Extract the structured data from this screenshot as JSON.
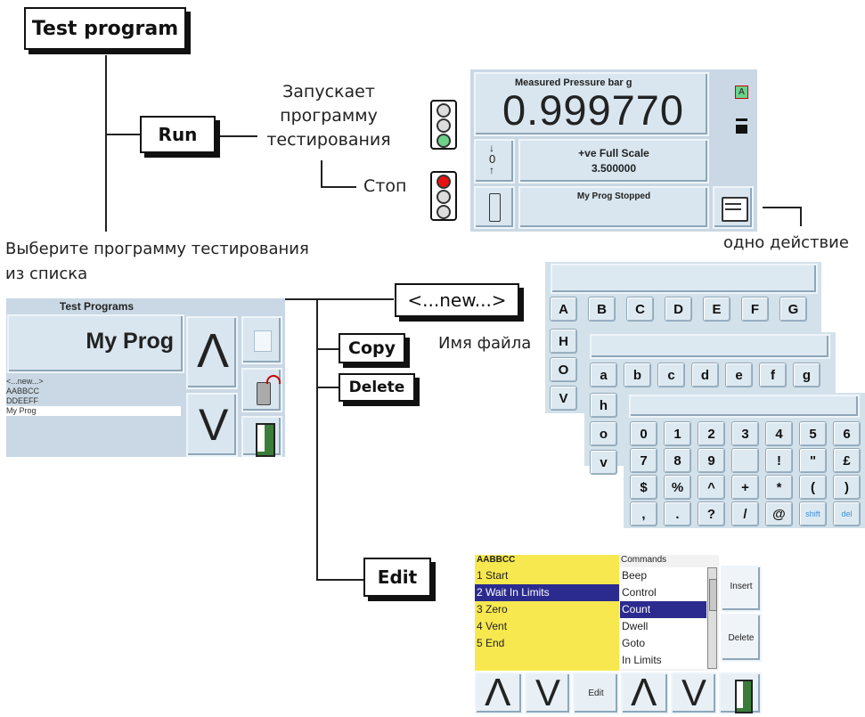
{
  "labels": {
    "test_program": "Test program",
    "run": "Run",
    "run_desc": [
      "Запускает",
      "программу",
      "тестирования"
    ],
    "stop": "Стоп",
    "one_action": "одно действие",
    "choose_program": [
      "Выберите программу тестирования",
      "из списка"
    ],
    "new": "<...new...>",
    "copy": "Copy",
    "delete": "Delete",
    "filename": "Имя файла",
    "edit": "Edit"
  },
  "pressure_screen": {
    "title": "Measured Pressure  bar g",
    "value": "0.999770",
    "badge": "A",
    "zero_label": "0",
    "full_scale_label": "+ve Full Scale",
    "full_scale_value": "3.500000",
    "status": "My Prog Stopped"
  },
  "programs_screen": {
    "title": "Test Programs",
    "selected": "My Prog",
    "list": [
      "<...new...>",
      "AABBCC",
      "DDEEFF",
      "My Prog"
    ],
    "selected_index": 3
  },
  "keyboard": {
    "upper": [
      "A",
      "B",
      "C",
      "D",
      "E",
      "F",
      "G"
    ],
    "upper_side": [
      "H",
      "O",
      "V"
    ],
    "lower": [
      "a",
      "b",
      "c",
      "d",
      "e",
      "f",
      "g"
    ],
    "lower_side": [
      "h",
      "o",
      "v"
    ],
    "num_rows": [
      [
        "0",
        "1",
        "2",
        "3",
        "4",
        "5",
        "6"
      ],
      [
        "7",
        "8",
        "9",
        "",
        "!",
        "\"",
        "£"
      ],
      [
        "$",
        "%",
        "^",
        "+",
        "*",
        "(",
        ")"
      ],
      [
        ",",
        ".",
        "?",
        "/",
        "@",
        "shift",
        "del"
      ]
    ]
  },
  "edit_screen": {
    "program_name": "AABBCC",
    "steps": [
      "1 Start",
      "2 Wait In Limits",
      "3 Zero",
      "4 Vent",
      "5 End"
    ],
    "selected_step": 1,
    "commands_title": "Commands",
    "commands": [
      "Beep",
      "Control",
      "Count",
      "Dwell",
      "Goto",
      "In Limits"
    ],
    "selected_command": 2,
    "insert": "Insert",
    "delete": "Delete",
    "edit": "Edit"
  }
}
